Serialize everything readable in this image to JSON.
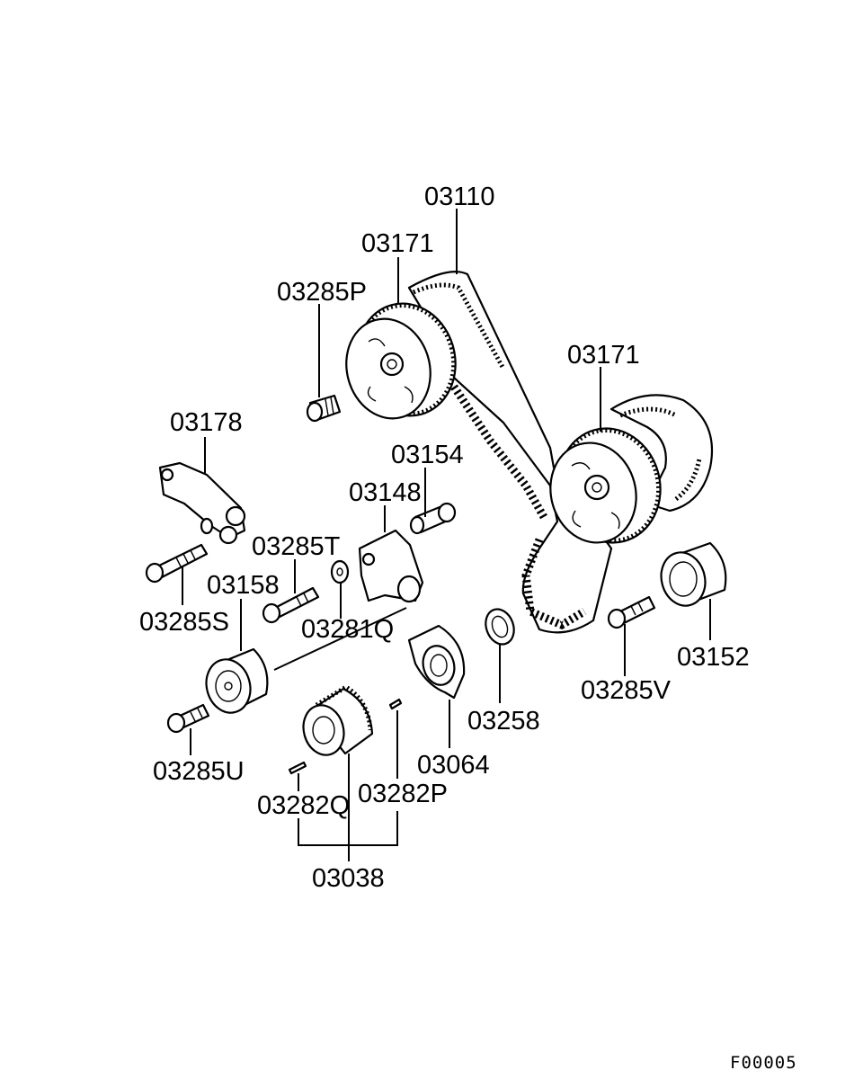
{
  "diagram": {
    "labels": {
      "p03110": "03110",
      "p03171_a": "03171",
      "p03285P": "03285P",
      "p03171_b": "03171",
      "p03178": "03178",
      "p03154": "03154",
      "p03148": "03148",
      "p03285T": "03285T",
      "p03158": "03158",
      "p03285S": "03285S",
      "p03281Q": "03281Q",
      "p03152": "03152",
      "p03285V": "03285V",
      "p03258": "03258",
      "p03064": "03064",
      "p03285U": "03285U",
      "p03282Q": "03282Q",
      "p03282P": "03282P",
      "p03038": "03038"
    },
    "figure_code": "F00005"
  }
}
